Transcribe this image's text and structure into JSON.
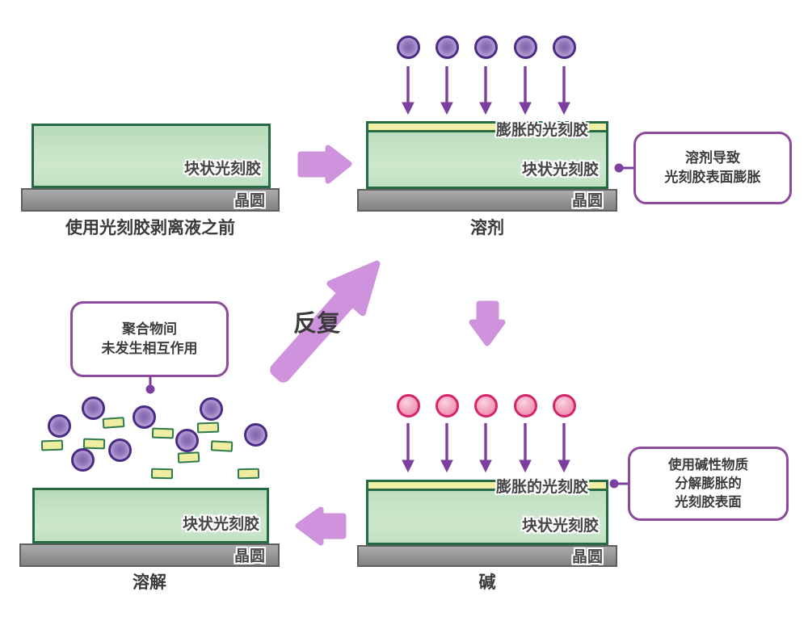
{
  "colors": {
    "resist_green": "#c6e3c7",
    "resist_border_green": "#266a44",
    "swollen_yellow": "#f1efa6",
    "wafer_gray": "#949494",
    "solvent_molecule_purple": "#9579bd",
    "alkali_molecule_pink": "#f5afc7",
    "thin_arrow_purple": "#7c3fa0",
    "block_arrow_purple": "#cf92dd",
    "callout_border_purple": "#8d4a9c",
    "text_gray": "#3d3d3d"
  },
  "panels": {
    "before": {
      "resist_label": "块状光刻胶",
      "wafer_label": "晶圆",
      "caption": "使用光刻胶剥离液之前"
    },
    "solvent": {
      "swollen_label": "膨胀的光刻胶",
      "resist_label": "块状光刻胶",
      "wafer_label": "晶圆",
      "caption": "溶剂",
      "molecule_count": 5,
      "molecule_icon": "solvent-molecule-icon",
      "callout": {
        "line1": "溶剂导致",
        "line2": "光刻胶表面膨胀"
      }
    },
    "alkali": {
      "swollen_label": "膨胀的光刻胶",
      "resist_label": "块状光刻胶",
      "wafer_label": "晶圆",
      "caption": "碱",
      "molecule_count": 5,
      "molecule_icon": "alkali-molecule-icon",
      "callout": {
        "line1": "使用碱性物质",
        "line2": "分解膨胀的",
        "line3": "光刻胶表面"
      }
    },
    "dissolve": {
      "resist_label": "块状光刻胶",
      "wafer_label": "晶圆",
      "caption": "溶解",
      "polymer_molecule_count": 8,
      "fragment_count": 9,
      "callout": {
        "line1": "聚合物间",
        "line2": "未发生相互作用"
      }
    }
  },
  "cycle": {
    "label": "反复"
  }
}
